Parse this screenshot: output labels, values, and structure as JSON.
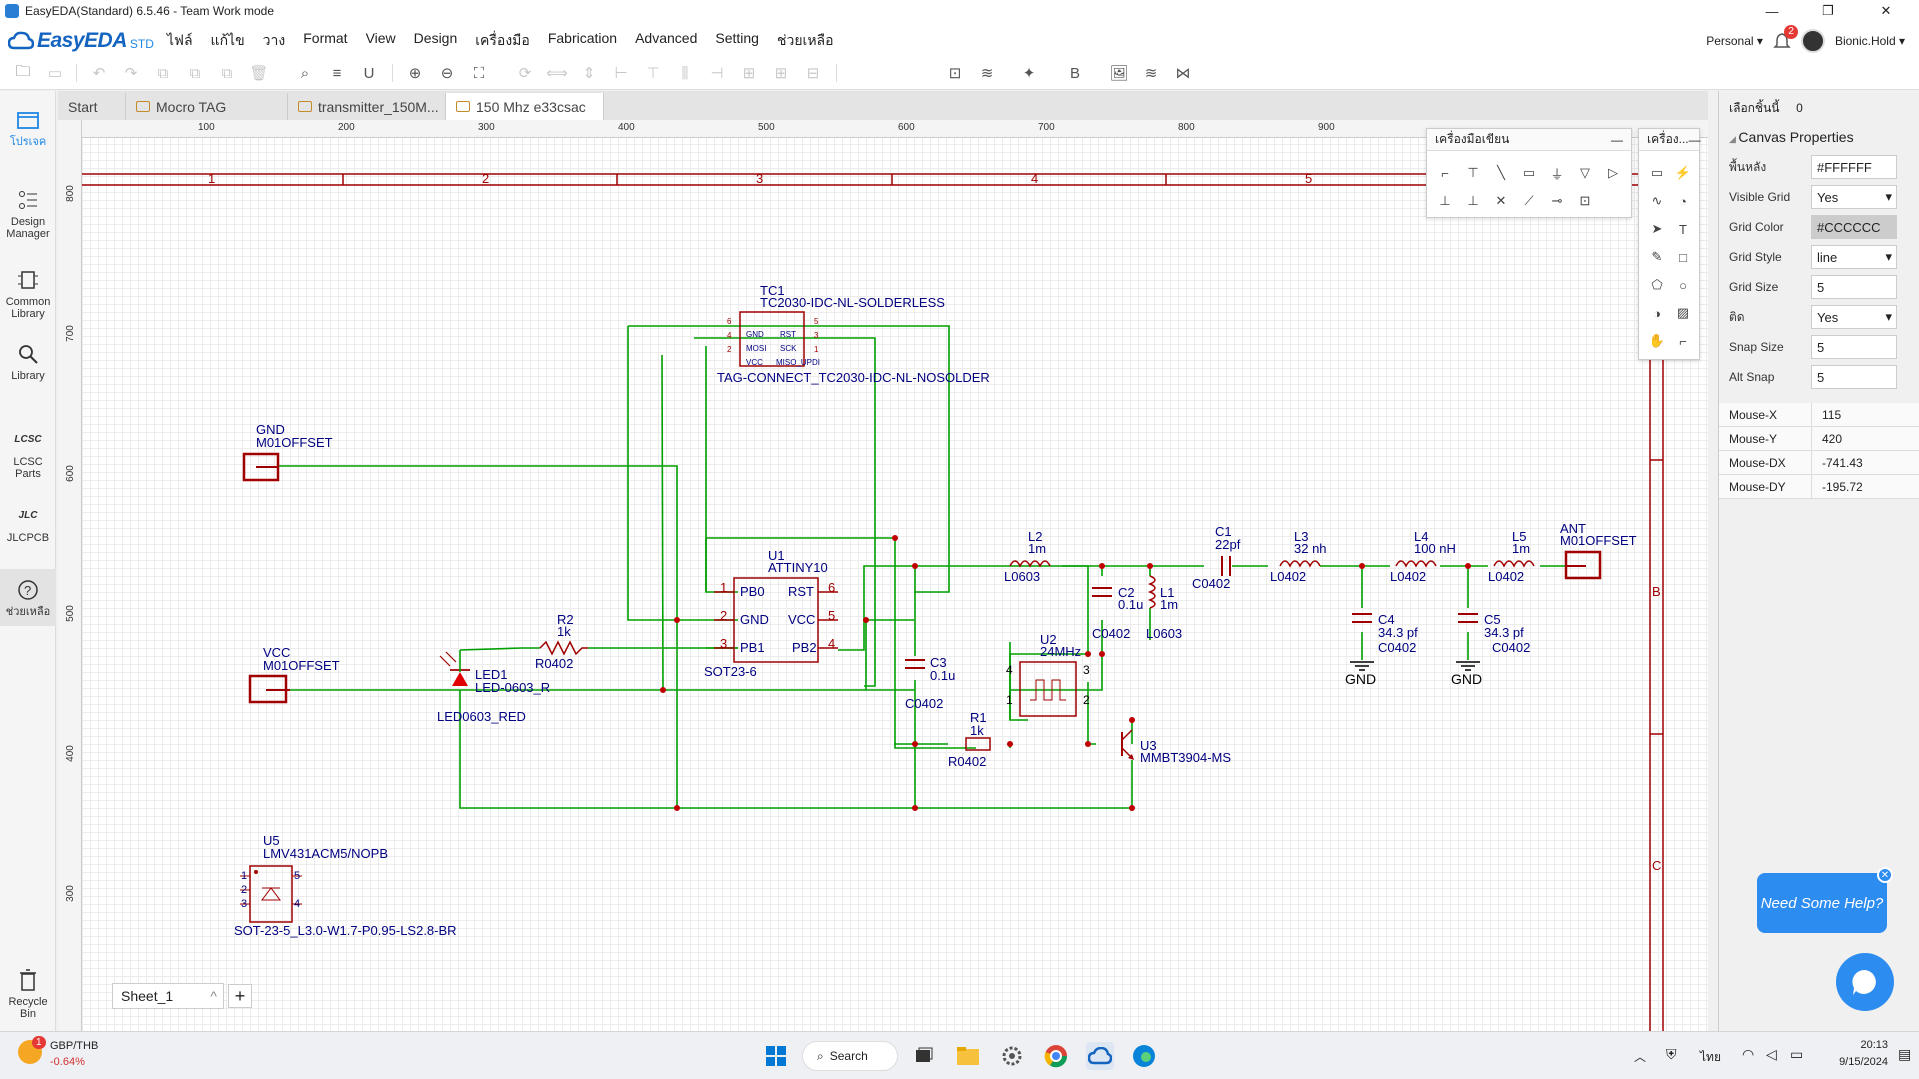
{
  "window": {
    "title": "EasyEDA(Standard) 6.5.46 - Team Work mode"
  },
  "brand": {
    "name": "EasyEDA",
    "edition": "STD"
  },
  "menu": [
    "ไฟล์",
    "แก้ไข",
    "วาง",
    "Format",
    "View",
    "Design",
    "เครื่องมือ",
    "Fabrication",
    "Advanced",
    "Setting",
    "ช่วยเหลือ"
  ],
  "account": {
    "workspace": "Personal",
    "notifications": "2",
    "user": "Bionic.Hold"
  },
  "left_nav": [
    {
      "label": "โปรเจค",
      "icon": "folder-icon"
    },
    {
      "label": "Design Manager",
      "icon": "design-manager-icon"
    },
    {
      "label": "Common Library",
      "icon": "chip-icon"
    },
    {
      "label": "Library",
      "icon": "search-icon"
    },
    {
      "label": "LCSC Parts",
      "icon": "lcsc-icon"
    },
    {
      "label": "JLCPCB",
      "icon": "jlcpcb-icon"
    },
    {
      "label": "ช่วยเหลือ",
      "icon": "help-icon"
    },
    {
      "label": "Recycle Bin",
      "icon": "trash-icon"
    }
  ],
  "tabs": [
    {
      "label": "Start"
    },
    {
      "label": "Mocro TAG"
    },
    {
      "label": "transmitter_150M..."
    },
    {
      "label": "150 Mhz e33csac"
    }
  ],
  "ruler": {
    "h": [
      "100",
      "200",
      "300",
      "400",
      "500",
      "600",
      "700",
      "800",
      "900"
    ],
    "v": [
      "800",
      "700",
      "600",
      "500",
      "400",
      "300"
    ],
    "zones_h": [
      "1",
      "2",
      "3",
      "4",
      "5"
    ],
    "zones_v": [
      "B",
      "C"
    ]
  },
  "wiring_tools": {
    "title": "เครื่องมือเขียน"
  },
  "drawing_tools": {
    "title": "เครื่อง..."
  },
  "schematic": {
    "gnd_port": {
      "net": "GND",
      "name": "M01OFFSET"
    },
    "vcc_port": {
      "net": "VCC",
      "name": "M01OFFSET"
    },
    "ant_port": {
      "net": "ANT",
      "name": "M01OFFSET"
    },
    "tc1": {
      "ref": "TC1",
      "value": "TC2030-IDC-NL-SOLDERLESS",
      "footprint": "TAG-CONNECT_TC2030-IDC-NL-NOSOLDER",
      "pins_l": [
        "6",
        "4",
        "2"
      ],
      "pins_r": [
        "5",
        "3",
        "1"
      ],
      "names_l": [
        "GND",
        "MOSI",
        "VCC"
      ],
      "names_r": [
        "RST",
        "SCK",
        "MISO_UPDI"
      ]
    },
    "u1": {
      "ref": "U1",
      "value": "ATTINY10",
      "footprint": "SOT23-6",
      "pin1": "PB0",
      "pin2": "GND",
      "pin3": "PB1",
      "pin6": "RST",
      "pin5": "VCC",
      "pin4": "PB2",
      "n1": "1",
      "n2": "2",
      "n3": "3",
      "n4": "4",
      "n5": "5",
      "n6": "6"
    },
    "r2": {
      "ref": "R2",
      "value": "1k",
      "footprint": "R0402"
    },
    "led1": {
      "ref": "LED1",
      "value": "LED-0603_R",
      "footprint": "LED0603_RED"
    },
    "u5": {
      "ref": "U5",
      "value": "LMV431ACM5/NOPB",
      "footprint": "SOT-23-5_L3.0-W1.7-P0.95-LS2.8-BR",
      "p1": "1",
      "p2": "2",
      "p3": "3",
      "p4": "4",
      "p5": "5"
    },
    "l2": {
      "ref": "L2",
      "value": "1m",
      "footprint": "L0603"
    },
    "c2": {
      "ref": "C2",
      "value": "0.1u",
      "footprint": "C0402"
    },
    "l1": {
      "ref": "L1",
      "value": "1m",
      "footprint": "L0603"
    },
    "c1": {
      "ref": "C1",
      "value": "22pf",
      "footprint": "C0402"
    },
    "l3": {
      "ref": "L3",
      "value": "32 nh",
      "footprint": "L0402"
    },
    "l4": {
      "ref": "L4",
      "value": "100 nH",
      "footprint": "L0402"
    },
    "l5": {
      "ref": "L5",
      "value": "1m",
      "footprint": "L0402"
    },
    "c4": {
      "ref": "C4",
      "value": "34.3 pf",
      "footprint": "C0402"
    },
    "c5": {
      "ref": "C5",
      "value": "34.3 pf",
      "footprint": "C0402"
    },
    "c3": {
      "ref": "C3",
      "value": "0.1u",
      "footprint": "C0402"
    },
    "u2": {
      "ref": "U2",
      "value": "24MHz",
      "p1": "1",
      "p2": "2",
      "p3": "3",
      "p4": "4"
    },
    "r1": {
      "ref": "R1",
      "value": "1k",
      "footprint": "R0402"
    },
    "u3": {
      "ref": "U3",
      "value": "MMBT3904-MS"
    },
    "gnd_label": "GND"
  },
  "sheet": {
    "name": "Sheet_1",
    "add": "+"
  },
  "properties": {
    "selected_label": "เลือกชิ้นนี้",
    "selected_count": "0",
    "section": "Canvas Properties",
    "rows": [
      {
        "label": "พื้นหลัง",
        "value": "#FFFFFF"
      },
      {
        "label": "Visible Grid",
        "value": "Yes"
      },
      {
        "label": "Grid Color",
        "value": "#CCCCCC"
      },
      {
        "label": "Grid Style",
        "value": "line"
      },
      {
        "label": "Grid Size",
        "value": "5"
      },
      {
        "label": "ติด",
        "value": "Yes"
      },
      {
        "label": "Snap Size",
        "value": "5"
      },
      {
        "label": "Alt Snap",
        "value": "5"
      }
    ],
    "mouse": [
      {
        "label": "Mouse-X",
        "value": "115"
      },
      {
        "label": "Mouse-Y",
        "value": "420"
      },
      {
        "label": "Mouse-DX",
        "value": "-741.43"
      },
      {
        "label": "Mouse-DY",
        "value": "-195.72"
      }
    ]
  },
  "help_bubble": "Need Some Help?",
  "taskbar": {
    "ticker": "GBP/THB",
    "change": "-0.64%",
    "ticker_badge": "1",
    "search": "Search",
    "lang": "ไทย",
    "time": "20:13",
    "date": "9/15/2024"
  },
  "colors": {
    "wire": "#00a000",
    "symbol": "#a00000",
    "text": "#000080",
    "accent": "#2d8cf0"
  }
}
